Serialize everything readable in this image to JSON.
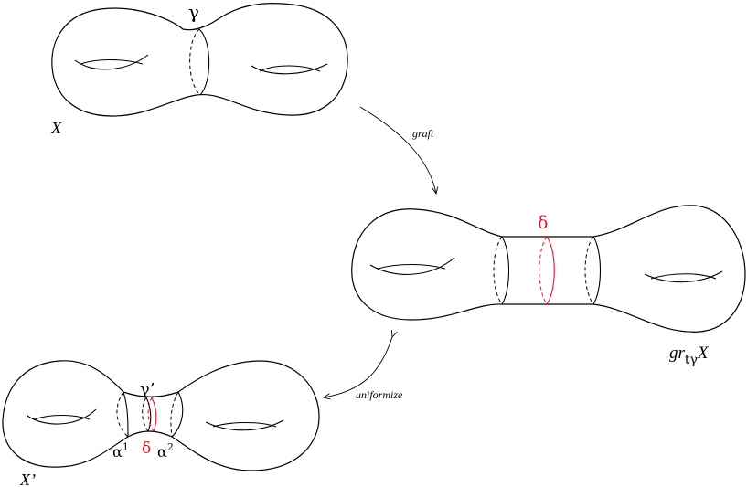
{
  "labels": {
    "gamma": "γ",
    "surface_x": "X",
    "graft": "graft",
    "delta_top": "δ",
    "grafted_gr": "gr",
    "grafted_sub": "tγ",
    "grafted_x": "X",
    "uniformize": "uniformize",
    "gamma_prime": "γ’",
    "delta_bottom": "δ",
    "alpha": "α",
    "alpha1_sup": "1",
    "alpha2_sup": "2",
    "surface_x_prime": "X’"
  },
  "colors": {
    "ink": "#000000",
    "highlight": "#e8102a",
    "background": "#ffffff"
  }
}
